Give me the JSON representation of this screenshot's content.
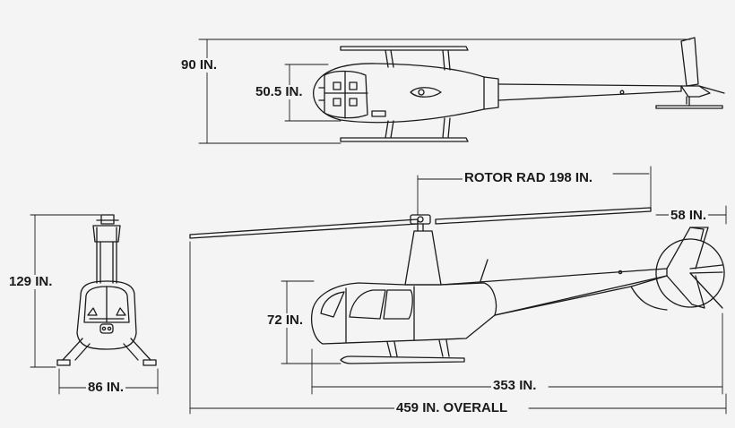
{
  "dimensions": {
    "top_width": "90 IN.",
    "top_fuselage_width": "50.5 IN.",
    "rotor_radius": "ROTOR RAD 198 IN.",
    "tail_rotor": "58 IN.",
    "height_overall": "129 IN.",
    "cabin_height": "72 IN.",
    "skid_width": "86 IN.",
    "fuselage_length": "353 IN.",
    "overall_length": "459 IN. OVERALL"
  },
  "colors": {
    "background": "#f4f4f4",
    "line": "#1a1a1a"
  }
}
